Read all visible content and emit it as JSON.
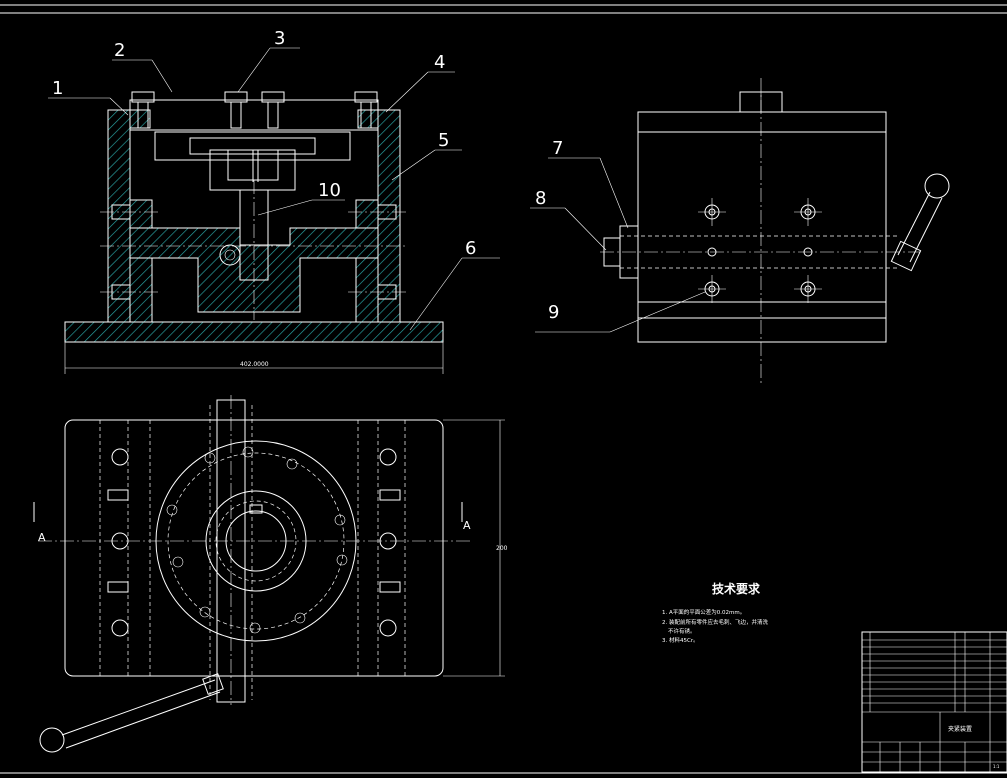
{
  "part_labels": [
    "1",
    "2",
    "3",
    "4",
    "5",
    "6",
    "7",
    "8",
    "9",
    "10"
  ],
  "dimensions": {
    "width": "402.0000",
    "height": "200"
  },
  "section_marker": "A",
  "technical_requirements": {
    "title": "技术要求",
    "notes": [
      "1. A平面的平面公差为0.02mm。",
      "2. 装配前所有零件应去毛刺、飞边，并清洗",
      "不许有锈。",
      "3. 材料45Cr。"
    ]
  },
  "title_block": {
    "drawing_name": "夹紧装置",
    "sheet": "1:1"
  }
}
